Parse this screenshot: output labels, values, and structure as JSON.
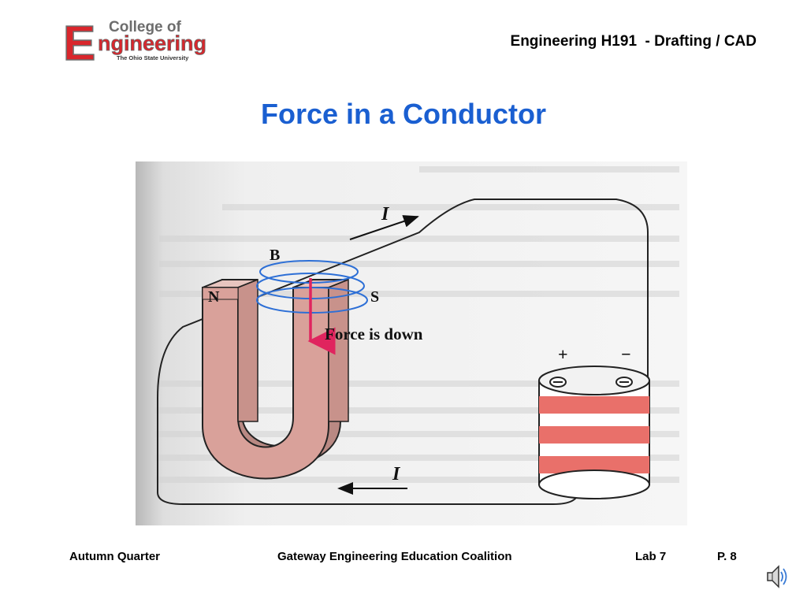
{
  "header": {
    "logo": {
      "big_letter": "E",
      "line1": "College of",
      "line2": "ngineering",
      "line3": "The Ohio State University",
      "colors": {
        "red": "#d9262c",
        "gray": "#6d6d6d"
      }
    },
    "course_title": "Engineering H191  - Drafting / CAD"
  },
  "slide": {
    "title": "Force in a Conductor",
    "title_color": "#1a5fd1"
  },
  "figure": {
    "labels": {
      "current_top": "I",
      "current_bottom": "I",
      "field": "B",
      "north": "N",
      "south": "S",
      "force": "Force is down",
      "plus": "+",
      "minus": "−"
    },
    "colors": {
      "magnet": "#d9a19a",
      "force_arrow": "#e0245e",
      "field_lines": "#2d6fd6",
      "battery_stripe": "#e9706a"
    }
  },
  "footer": {
    "quarter": "Autumn Quarter",
    "coalition": "Gateway Engineering Education Coalition",
    "lab": "Lab 7",
    "page": "P. 8"
  },
  "icons": {
    "audio": "speaker-icon"
  }
}
